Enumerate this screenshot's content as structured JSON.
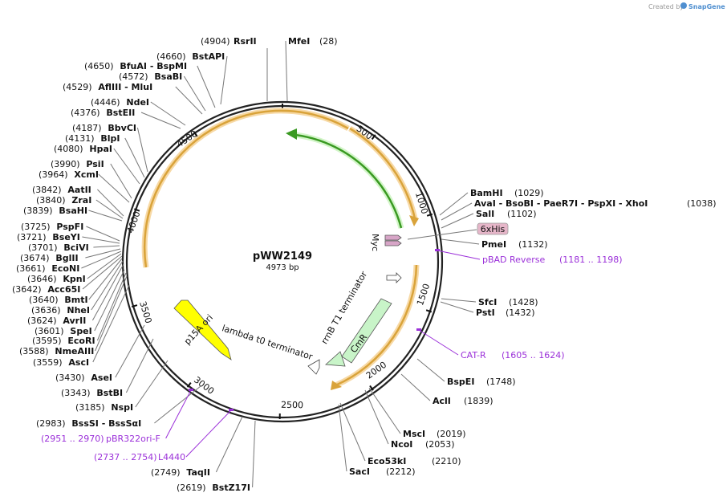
{
  "branding": {
    "created_by": "Created by",
    "logo": "SnapGene"
  },
  "plasmid": {
    "name": "pWW2149",
    "length_label": "4973 bp"
  },
  "features": {
    "myc": "Myc",
    "hexa_his": "6xHis",
    "cmr": "CmR",
    "rrnb": "rrnB T1 terminator",
    "lambda": "lambda t0 terminator",
    "p15a": "p15A ori"
  },
  "ticks": [
    "500",
    "1000",
    "1500",
    "2000",
    "2500",
    "3000",
    "3500",
    "4000",
    "4500"
  ],
  "sites_left": [
    {
      "pos": "(4904)",
      "name": "RsrII"
    },
    {
      "pos": "(4660)",
      "name": "BstAPI"
    },
    {
      "pos": "(4650)",
      "name": "BfuAI  - BspMI"
    },
    {
      "pos": "(4572)",
      "name": "BsaBI"
    },
    {
      "pos": "(4529)",
      "name": "AflIII  - MluI"
    },
    {
      "pos": "(4446)",
      "name": "NdeI"
    },
    {
      "pos": "(4376)",
      "name": "BstEII"
    },
    {
      "pos": "(4187)",
      "name": "BbvCI"
    },
    {
      "pos": "(4131)",
      "name": "BlpI"
    },
    {
      "pos": "(4080)",
      "name": "HpaI"
    },
    {
      "pos": "(3990)",
      "name": "PsiI"
    },
    {
      "pos": "(3964)",
      "name": "XcmI"
    },
    {
      "pos": "(3842)",
      "name": "AatII"
    },
    {
      "pos": "(3840)",
      "name": "ZraI"
    },
    {
      "pos": "(3839)",
      "name": "BsaHI"
    },
    {
      "pos": "(3725)",
      "name": "PspFI"
    },
    {
      "pos": "(3721)",
      "name": "BseYI"
    },
    {
      "pos": "(3701)",
      "name": "BciVI"
    },
    {
      "pos": "(3674)",
      "name": "BglII"
    },
    {
      "pos": "(3661)",
      "name": "EcoNI"
    },
    {
      "pos": "(3646)",
      "name": "KpnI"
    },
    {
      "pos": "(3642)",
      "name": "Acc65I"
    },
    {
      "pos": "(3640)",
      "name": "BmtI"
    },
    {
      "pos": "(3636)",
      "name": "NheI"
    },
    {
      "pos": "(3624)",
      "name": "AvrII"
    },
    {
      "pos": "(3601)",
      "name": "SpeI"
    },
    {
      "pos": "(3595)",
      "name": "EcoRI"
    },
    {
      "pos": "(3588)",
      "name": "NmeAIII"
    },
    {
      "pos": "(3559)",
      "name": "AscI"
    },
    {
      "pos": "(3430)",
      "name": "AseI"
    },
    {
      "pos": "(3343)",
      "name": "BstBI"
    },
    {
      "pos": "(3185)",
      "name": "NspI"
    },
    {
      "pos": "(2983)",
      "name": "BssSI  - BssSαI"
    },
    {
      "pos": "(2749)",
      "name": "TaqII"
    },
    {
      "pos": "(2619)",
      "name": "BstZ17I"
    }
  ],
  "sites_right": [
    {
      "name": "MfeI",
      "pos": "(28)"
    },
    {
      "name": "BamHI",
      "pos": "(1029)"
    },
    {
      "name": "AvaI  - BsoBI  - PaeR7I  - PspXI  - XhoI",
      "pos": "(1038)"
    },
    {
      "name": "SalI",
      "pos": "(1102)"
    },
    {
      "name": "PmeI",
      "pos": "(1132)"
    },
    {
      "name": "SfcI",
      "pos": "(1428)"
    },
    {
      "name": "PstI",
      "pos": "(1432)"
    },
    {
      "name": "BspEI",
      "pos": "(1748)"
    },
    {
      "name": "AclI",
      "pos": "(1839)"
    },
    {
      "name": "MscI",
      "pos": "(2019)"
    },
    {
      "name": "NcoI",
      "pos": "(2053)"
    },
    {
      "name": "Eco53kI",
      "pos": "(2210)"
    },
    {
      "name": "SacI",
      "pos": "(2212)"
    }
  ],
  "primers": [
    {
      "name": "pBAD Reverse",
      "range": "(1181 .. 1198)"
    },
    {
      "name": "CAT-R",
      "range": "(1605 .. 1624)"
    },
    {
      "name": "pBR322ori-F",
      "range": "(2951 .. 2970)"
    },
    {
      "name": "L4440",
      "range": "(2737 .. 2754)"
    }
  ],
  "colors": {
    "orf": "#d9a33a",
    "green": "#3a9a22",
    "primer": "#9b30d9",
    "ori": "#ffff00",
    "cmr": "#c8f4c8"
  }
}
